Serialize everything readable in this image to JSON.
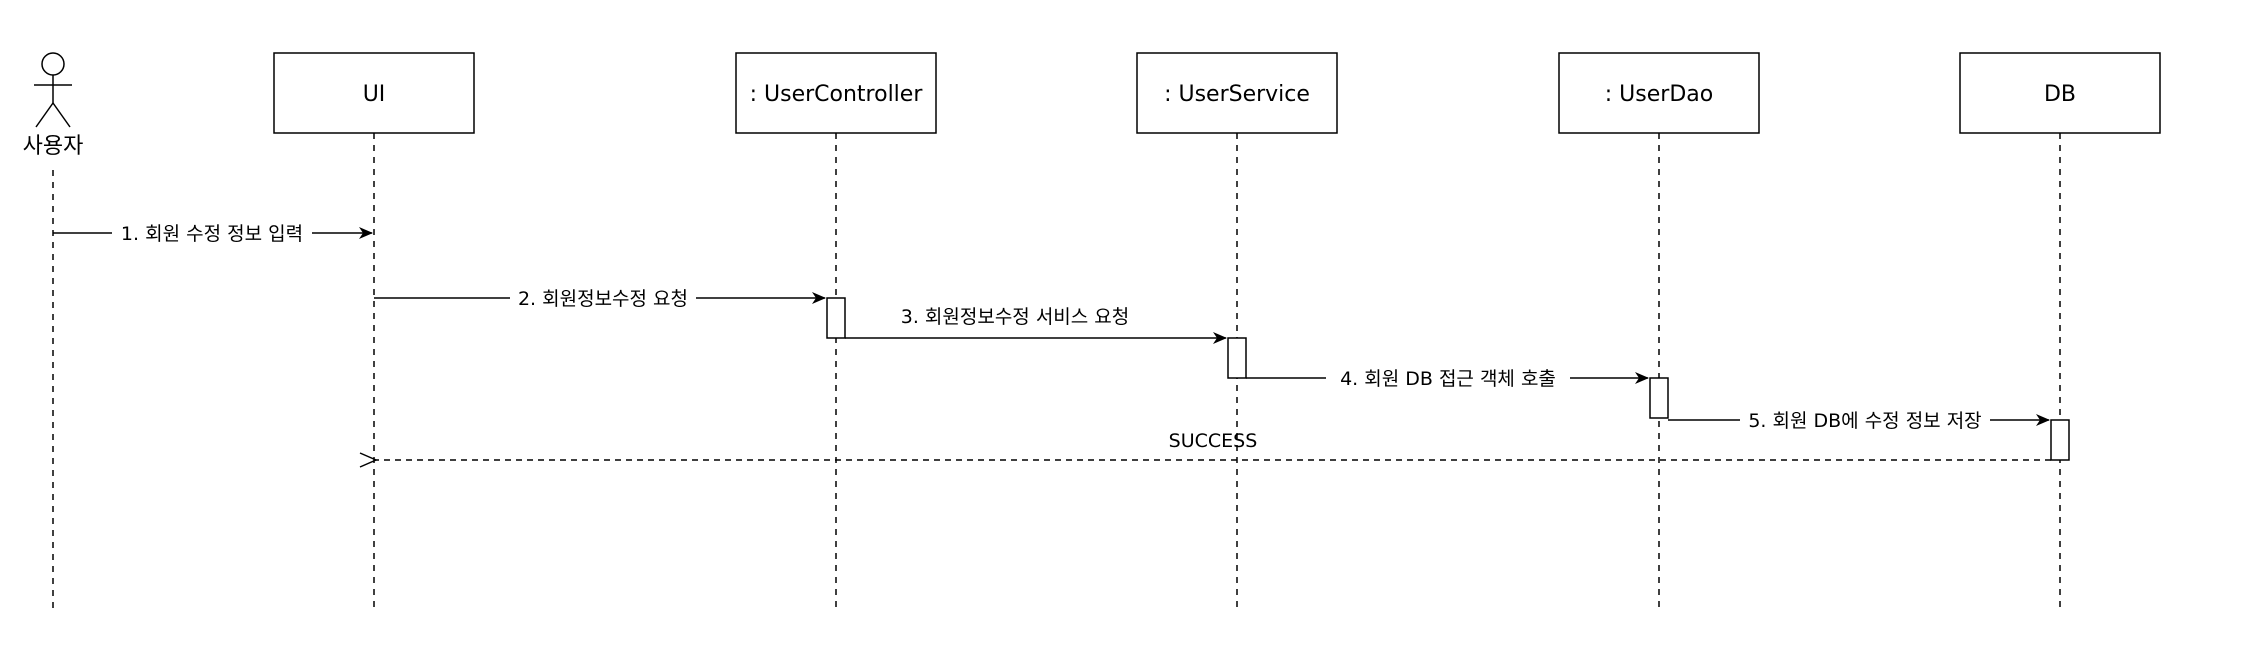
{
  "diagram": {
    "type": "sequence",
    "actor": {
      "label": "사용자"
    },
    "participants": [
      {
        "id": "ui",
        "label": "UI"
      },
      {
        "id": "controller",
        "label": ": UserController"
      },
      {
        "id": "service",
        "label": ": UserService"
      },
      {
        "id": "dao",
        "label": ": UserDao"
      },
      {
        "id": "db",
        "label": "DB"
      }
    ],
    "messages": [
      {
        "from": "actor",
        "to": "ui",
        "label": "1. 회원 수정 정보 입력",
        "style": "sync"
      },
      {
        "from": "ui",
        "to": "controller",
        "label": "2. 회원정보수정 요청",
        "style": "sync"
      },
      {
        "from": "controller",
        "to": "service",
        "label": "3. 회원정보수정 서비스 요청",
        "style": "sync"
      },
      {
        "from": "service",
        "to": "dao",
        "label": "4. 회원 DB 접근 객체 호출",
        "style": "sync"
      },
      {
        "from": "dao",
        "to": "db",
        "label": "5. 회원 DB에 수정 정보 저장",
        "style": "sync"
      },
      {
        "from": "db",
        "to": "ui",
        "label": "SUCCESS",
        "style": "return"
      }
    ]
  }
}
